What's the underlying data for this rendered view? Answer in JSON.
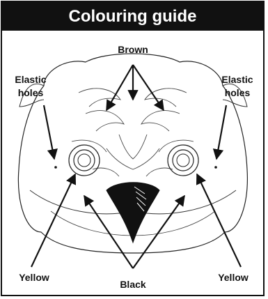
{
  "header": {
    "title": "Colouring guide"
  },
  "labels": {
    "brown": "Brown",
    "elastic_left_1": "Elastic",
    "elastic_left_2": "holes",
    "elastic_right_1": "Elastic",
    "elastic_right_2": "holes",
    "yellow_left": "Yellow",
    "black": "Black",
    "yellow_right": "Yellow"
  },
  "colors": {
    "header_bg": "#111111",
    "ink": "#111111"
  }
}
